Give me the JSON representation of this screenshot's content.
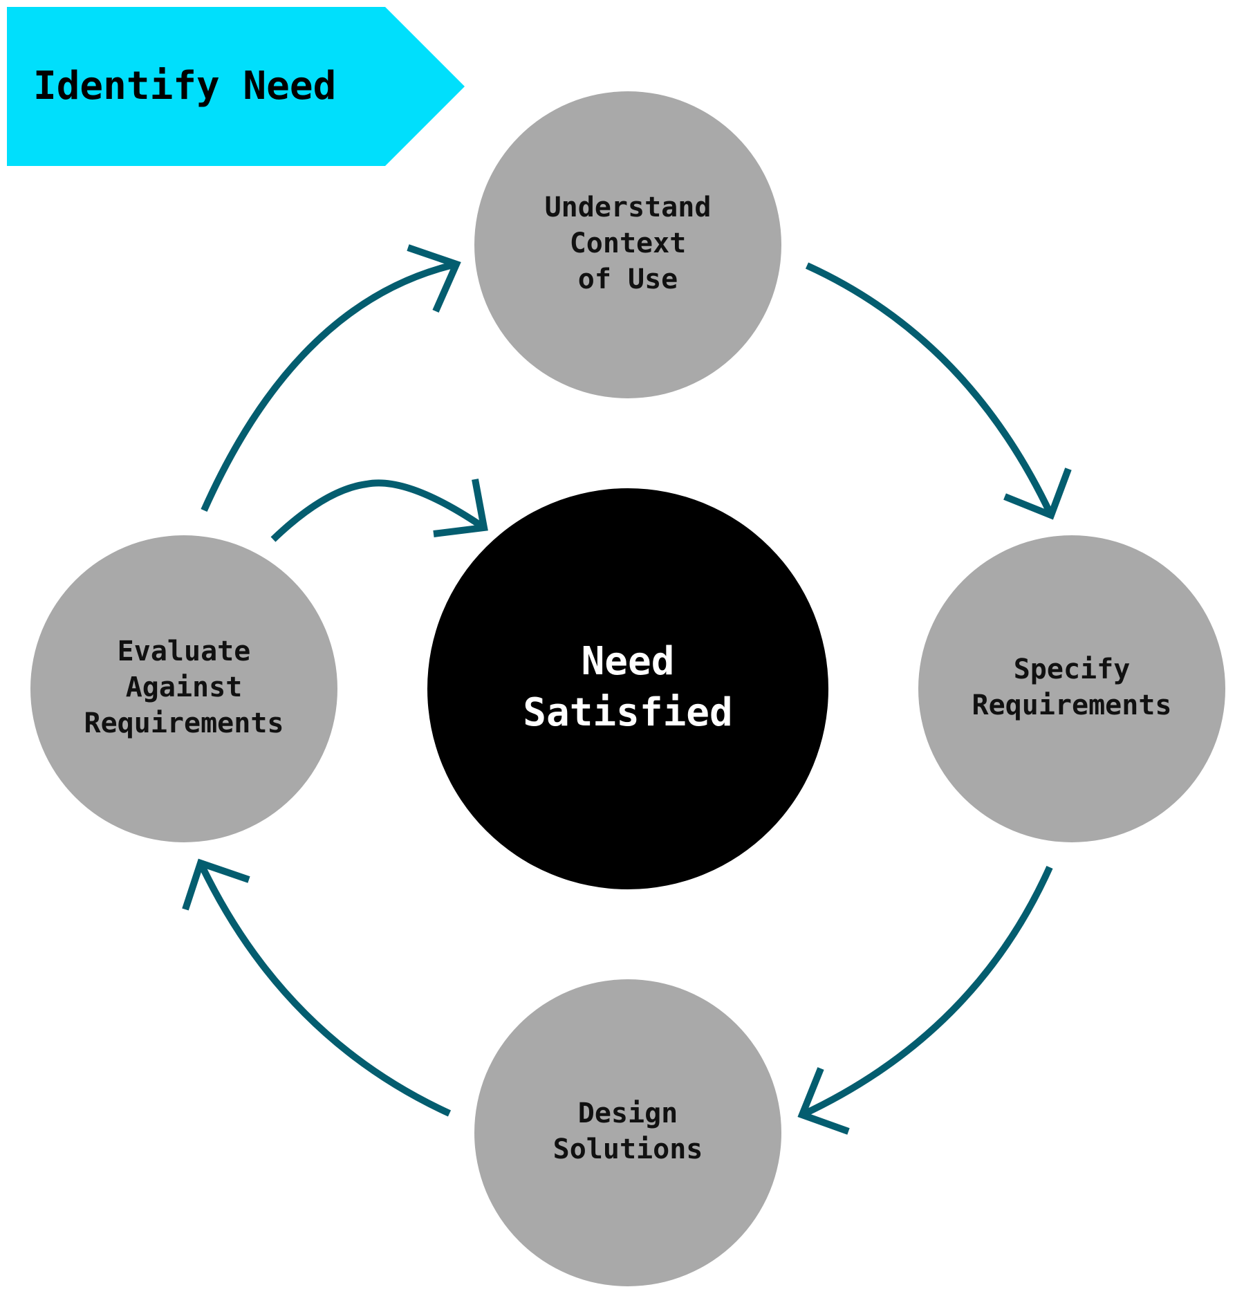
{
  "banner": {
    "label": "Identify Need"
  },
  "center": {
    "lines": [
      "Need",
      "Satisfied"
    ]
  },
  "nodes": {
    "understand": {
      "lines": [
        "Understand",
        "Context",
        "of Use"
      ]
    },
    "specify": {
      "lines": [
        "Specify",
        "Requirements"
      ]
    },
    "design": {
      "lines": [
        "Design",
        "Solutions"
      ]
    },
    "evaluate": {
      "lines": [
        "Evaluate",
        "Against",
        "Requirements"
      ]
    }
  },
  "colors": {
    "banner": "#00dffc",
    "node_fill": "#a9a9a9",
    "center_fill": "#000000",
    "arrow": "#045d6f"
  }
}
